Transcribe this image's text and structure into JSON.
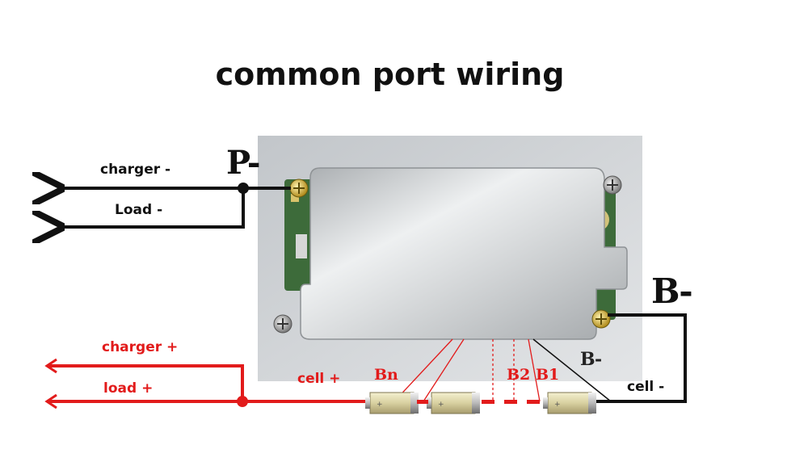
{
  "title": "common port wiring",
  "labels": {
    "charger_minus": "charger -",
    "load_minus": "Load -",
    "p_minus": "P-",
    "b_minus_big": "B-",
    "b_minus_small": "B-",
    "cell_minus": "cell -",
    "charger_plus": "charger +",
    "load_plus": "load +",
    "cell_plus": "cell +",
    "bn": "Bn",
    "b2": "B2",
    "b1": "B1"
  },
  "colors": {
    "negative_wire": "#111111",
    "positive_wire": "#e21b1b",
    "board_panel": "#c9cbcd",
    "pcb": "#3d6b3a"
  },
  "components": {
    "board": "bms-protection-board",
    "cells": [
      "battery-cell-n",
      "battery-cell",
      "battery-cell-1"
    ],
    "screws": [
      "screw-icon",
      "screw-icon",
      "screw-icon",
      "screw-icon"
    ]
  }
}
